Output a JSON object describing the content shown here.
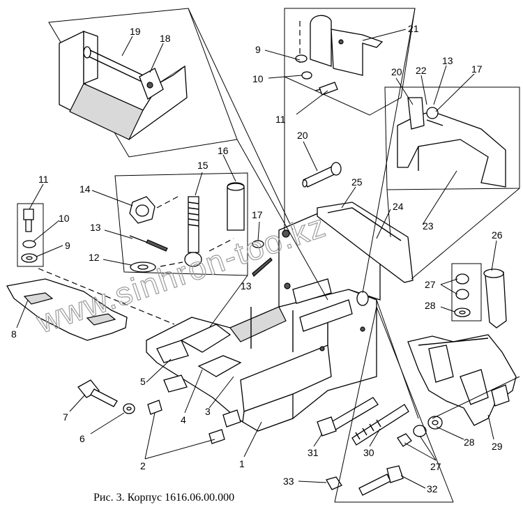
{
  "caption": "Рис. 3. Корпус 1616.06.00.000",
  "watermark": "www.sinhron-too.kz",
  "callouts": [
    "1",
    "2",
    "3",
    "4",
    "5",
    "6",
    "7",
    "8",
    "9",
    "10",
    "11",
    "12",
    "13",
    "14",
    "15",
    "16",
    "17",
    "18",
    "19",
    "20",
    "21",
    "22",
    "23",
    "24",
    "25",
    "26",
    "27",
    "28",
    "29",
    "30",
    "31",
    "32",
    "33"
  ],
  "labels": [
    {
      "text": "19"
    },
    {
      "text": "18"
    },
    {
      "text": "9"
    },
    {
      "text": "10"
    },
    {
      "text": "11"
    },
    {
      "text": "21"
    },
    {
      "text": "20"
    },
    {
      "text": "22"
    },
    {
      "text": "13"
    },
    {
      "text": "20"
    },
    {
      "text": "17"
    },
    {
      "text": "16"
    },
    {
      "text": "15"
    },
    {
      "text": "14"
    },
    {
      "text": "11"
    },
    {
      "text": "10"
    },
    {
      "text": "9"
    },
    {
      "text": "13"
    },
    {
      "text": "12"
    },
    {
      "text": "17"
    },
    {
      "text": "13"
    },
    {
      "text": "25"
    },
    {
      "text": "24"
    },
    {
      "text": "23"
    },
    {
      "text": "26"
    },
    {
      "text": "27"
    },
    {
      "text": "28"
    },
    {
      "text": "8"
    },
    {
      "text": "5"
    },
    {
      "text": "7"
    },
    {
      "text": "6"
    },
    {
      "text": "4"
    },
    {
      "text": "3"
    },
    {
      "text": "2"
    },
    {
      "text": "1"
    },
    {
      "text": "31"
    },
    {
      "text": "30"
    },
    {
      "text": "28"
    },
    {
      "text": "27"
    },
    {
      "text": "29"
    },
    {
      "text": "33"
    },
    {
      "text": "32"
    }
  ]
}
